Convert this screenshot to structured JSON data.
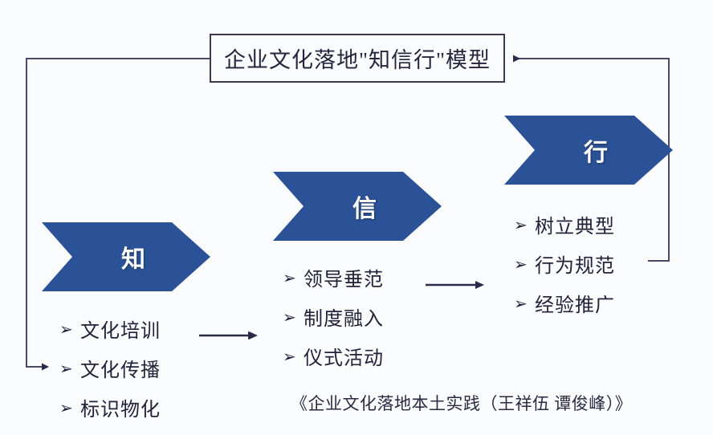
{
  "diagram": {
    "title": "企业文化落地\"知信行\"模型",
    "caption": "《企业文化落地本土实践（王祥伍 谭俊峰）》",
    "colors": {
      "chevron_fill": "#2b5196",
      "line": "#4a4a68",
      "text": "#22223a",
      "background": "#fbfcfe"
    },
    "stages": [
      {
        "label": "知",
        "items": [
          {
            "marker": "➢",
            "text": "文化培训"
          },
          {
            "marker": "➢",
            "text": "文化传播"
          },
          {
            "marker": "➢",
            "text": "标识物化"
          }
        ]
      },
      {
        "label": "信",
        "items": [
          {
            "marker": "➢",
            "text": "领导垂范"
          },
          {
            "marker": "➢",
            "text": "制度融入"
          },
          {
            "marker": "➢",
            "text": "仪式活动"
          }
        ]
      },
      {
        "label": "行",
        "items": [
          {
            "marker": "➢",
            "text": "树立典型"
          },
          {
            "marker": "➢",
            "text": "行为规范"
          },
          {
            "marker": "➢",
            "text": "经验推广"
          }
        ]
      }
    ]
  }
}
